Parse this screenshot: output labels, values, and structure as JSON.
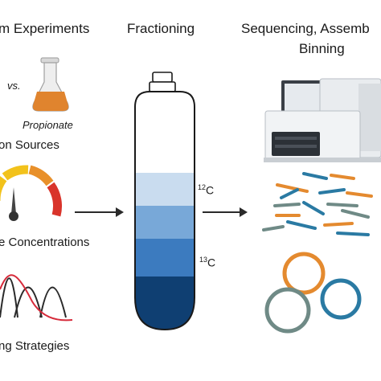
{
  "headings": {
    "experiments": "m Experiments",
    "fractioning": "Fractioning",
    "sequencing_line1": "Sequencing, Assemb",
    "sequencing_line2": "Binning"
  },
  "labels": {
    "vs": "vs.",
    "propionate": "Propionate",
    "carbon_sources": "on Sources",
    "concentrations": "e Concentrations",
    "strategies": "ng Strategies"
  },
  "isotopes": {
    "light_mass": "12",
    "heavy_mass": "13",
    "element": "C"
  },
  "colors": {
    "flask_liquid": "#e0842e",
    "gauge_red": "#d9342b",
    "gauge_orange": "#e8902a",
    "gauge_yellow": "#f2c21b",
    "band_1": "#c9dcef",
    "band_2": "#78a8d8",
    "band_3": "#3c7bbf",
    "band_4": "#0f3f72",
    "ring_orange": "#e48a2f",
    "ring_teal": "#2a7aa3",
    "ring_gray": "#6f8a86"
  }
}
